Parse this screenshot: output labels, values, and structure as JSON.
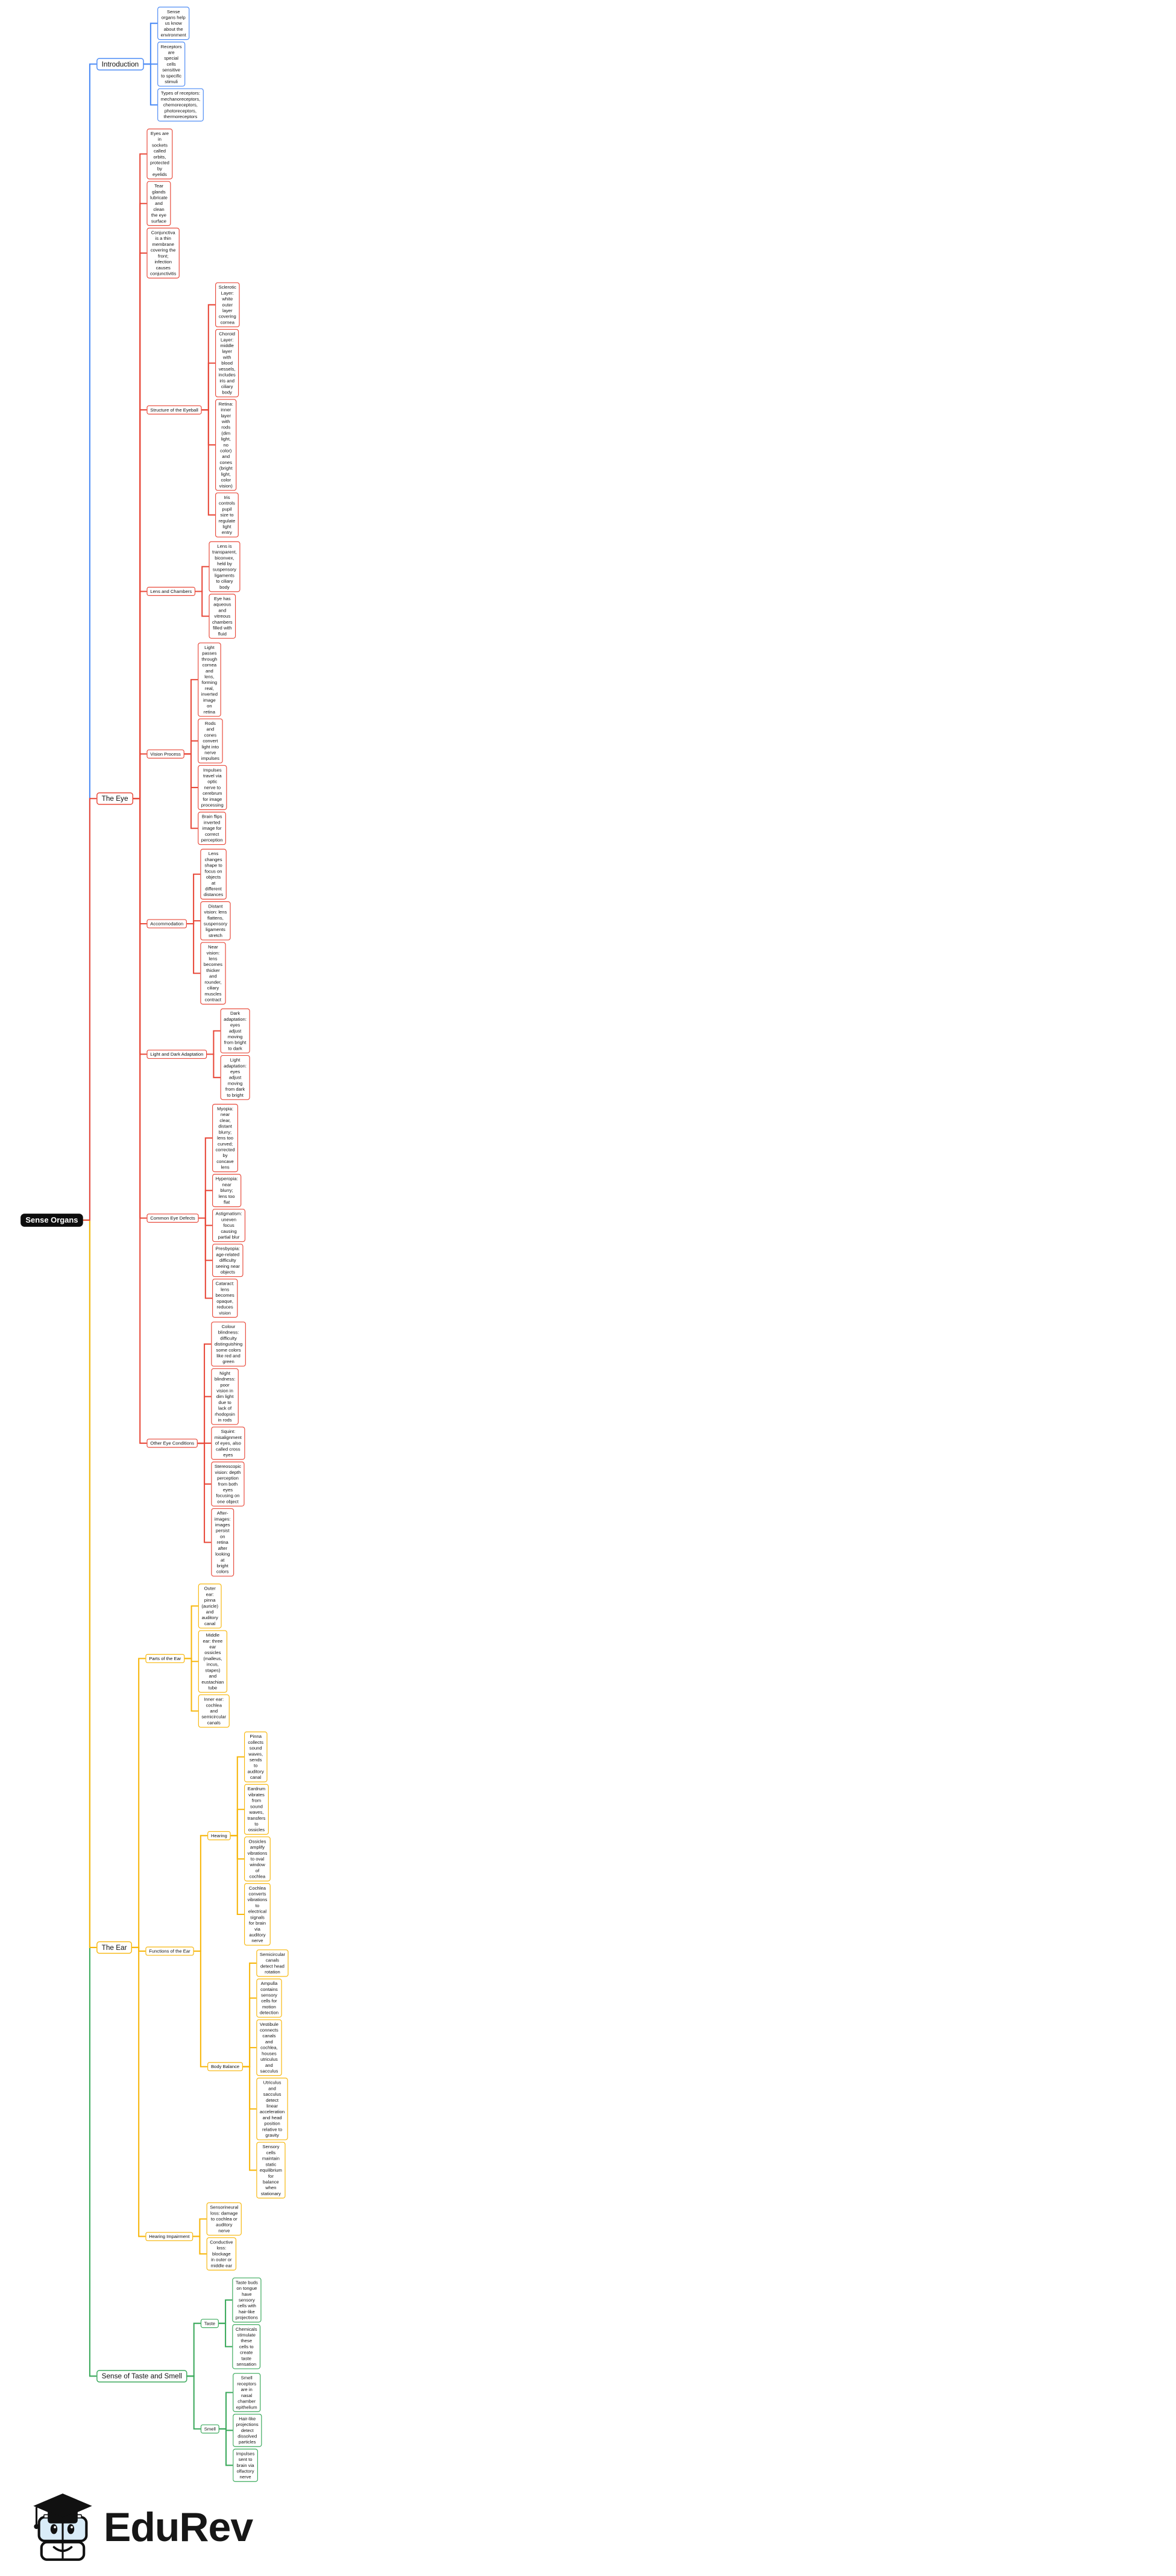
{
  "logo": {
    "text": "EduRev"
  },
  "colors": {
    "blue": "#4C8BF5",
    "red": "#E8493A",
    "yellow": "#F7B70D",
    "green": "#3BA95C",
    "root_bg": "#0d0d0d",
    "root_text": "#ffffff"
  },
  "tree": {
    "label": "Sense Organs",
    "branches": [
      {
        "label": "Introduction",
        "color_key": "blue",
        "children": [
          "Sense organs help us know about the environment",
          "Receptors are special cells sensitive to specific stimuli",
          "Types of receptors: mechanoreceptors, chemoreceptors, photoreceptors, thermoreceptors"
        ]
      },
      {
        "label": "The Eye",
        "color_key": "red",
        "children": [
          "Eyes are in sockets called orbits, protected by eyelids",
          "Tear glands lubricate and clean the eye surface",
          "Conjunctiva is a thin membrane covering the front; infection causes conjunctivitis",
          {
            "label": "Structure of the Eyeball",
            "children": [
              "Sclerotic Layer: white outer layer covering cornea",
              "Choroid Layer: middle layer with blood vessels, includes iris and ciliary body",
              "Retina: inner layer with rods (dim light, no color) and cones (bright light, color vision)",
              "Iris controls pupil size to regulate light entry"
            ]
          },
          {
            "label": "Lens and Chambers",
            "children": [
              "Lens is transparent, biconvex, held by suspensory ligaments to ciliary body",
              "Eye has aqueous and vitreous chambers filled with fluid"
            ]
          },
          {
            "label": "Vision Process",
            "children": [
              "Light passes through cornea and lens, forming real, inverted image on retina",
              "Rods and cones convert light into nerve impulses",
              "Impulses travel via optic nerve to cerebrum for image processing",
              "Brain flips inverted image for correct perception"
            ]
          },
          {
            "label": "Accommodation",
            "children": [
              "Lens changes shape to focus on objects at different distances",
              "Distant vision: lens flattens, suspensory ligaments stretch",
              "Near vision: lens becomes thicker and rounder, ciliary muscles contract"
            ]
          },
          {
            "label": "Light and Dark Adaptation",
            "children": [
              "Dark adaptation: eyes adjust moving from bright to dark",
              "Light adaptation: eyes adjust moving from dark to bright"
            ]
          },
          {
            "label": "Common Eye Defects",
            "children": [
              "Myopia: near clear, distant blurry; lens too curved; corrected by concave lens",
              "Hyperopia: near blurry; lens too flat",
              "Astigmatism: uneven focus causing partial blur",
              "Presbyopia: age-related difficulty seeing near objects",
              "Cataract: lens becomes opaque, reduces vision"
            ]
          },
          {
            "label": "Other Eye Conditions",
            "children": [
              "Colour blindness: difficulty distinguishing some colors like red and green",
              "Night blindness: poor vision in dim light due to lack of rhodopsin in rods",
              "Squint: misalignment of eyes, also called cross eyes",
              "Stereoscopic vision: depth perception from both eyes focusing on one object",
              "After-images: images persist on retina after looking at bright colors"
            ]
          }
        ]
      },
      {
        "label": "The Ear",
        "color_key": "yellow",
        "children": [
          {
            "label": "Parts of the Ear",
            "children": [
              "Outer ear: pinna (auricle) and auditory canal",
              "Middle ear: three ear ossicles (malleus, incus, stapes) and eustachian tube",
              "Inner ear: cochlea and semicircular canals"
            ]
          },
          {
            "label": "Functions of the Ear",
            "children": [
              {
                "label": "Hearing",
                "children": [
                  "Pinna collects sound waves, sends to auditory canal",
                  "Eardrum vibrates from sound waves, transfers to ossicles",
                  "Ossicles amplify vibrations to oval window of cochlea",
                  "Cochlea converts vibrations to electrical signals for brain via auditory nerve"
                ]
              },
              {
                "label": "Body Balance",
                "children": [
                  "Semicircular canals detect head rotation",
                  "Ampulla contains sensory cells for motion detection",
                  "Vestibule connects canals and cochlea, houses utriculus and sacculus",
                  "Utriculus and sacculus detect linear acceleration and head position relative to gravity",
                  "Sensory cells maintain static equilibrium for balance when stationary"
                ]
              }
            ]
          },
          {
            "label": "Hearing Impairment",
            "children": [
              "Sensorineural loss: damage to cochlea or auditory nerve",
              "Conductive loss: blockage in outer or middle ear"
            ]
          }
        ]
      },
      {
        "label": "Sense of Taste and Smell",
        "color_key": "green",
        "children": [
          {
            "label": "Taste",
            "children": [
              "Taste buds on tongue have sensory cells with hair-like projections",
              "Chemicals stimulate these cells to create taste sensation"
            ]
          },
          {
            "label": "Smell",
            "children": [
              "Smell receptors are in nasal chamber epithelium",
              "Hair-like projections detect dissolved particles",
              "Impulses sent to brain via olfactory nerve"
            ]
          }
        ]
      }
    ]
  }
}
